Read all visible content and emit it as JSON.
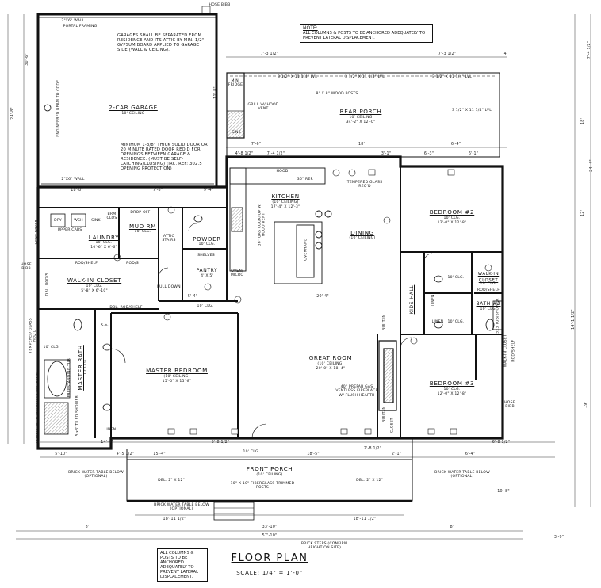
{
  "title": "FLOOR PLAN",
  "scale": "SCALE: 1/4\" = 1'-0\"",
  "note_top": {
    "heading": "NOTE:",
    "text": "ALL COLUMNS & POSTS TO BE ANCHORED ADEQUATELY TO PREVENT LATERAL DISPLACEMENT."
  },
  "note_bottom": "ALL COLUMNS & POSTS TO BE ANCHORED ADEQUATELY TO PREVENT LATERAL DISPLACEMENT.",
  "garage_note": "GARAGES SHALL BE SEPARATED FROM RESIDENCE AND ITS ATTIC BY MIN. 1/2\" GYPSUM BOARD APPLIED TO GARAGE SIDE (WALL & CEILING).",
  "garage_door_note": "MINIMUM 1-3/8\" THICK SOLID DOOR OR 20 MINUTE RATED DOOR REQ'D FOR OPENINGS BETWEEN GARAGE & RESIDENCE. (MUST BE SELF-LATCHING/CLOSING) (IRC. REF: 302.5 OPENING PROTECTION)",
  "rooms": {
    "garage": {
      "name": "2-CAR GARAGE",
      "ceiling": "10' CEILING"
    },
    "rear_porch": {
      "name": "REAR PORCH",
      "ceiling": "10' CEILING",
      "size": "34'-2\" X 12'-0\""
    },
    "kitchen": {
      "name": "KITCHEN",
      "ceiling": "(10' CEILING)",
      "size": "17'-4\" X 12'-3\""
    },
    "dining": {
      "name": "DINING",
      "ceiling": "(10' CEILING)"
    },
    "bedroom2": {
      "name": "BEDROOM #2",
      "ceiling": "10' CLG.",
      "size": "12'-0\" X 12'-8\""
    },
    "laundry": {
      "name": "LAUNDRY",
      "ceiling": "10' CLG.",
      "size": "10'-6\" X 6'-6\""
    },
    "mud_rm": {
      "name": "MUD RM",
      "ceiling": "10' CLG."
    },
    "powder": {
      "name": "POWDER",
      "ceiling": "10' CLG."
    },
    "pantry": {
      "name": "PANTRY",
      "size": "4' X 5'"
    },
    "walk_in_closet": {
      "name": "WALK-IN CLOSET",
      "ceiling": "10' CLG.",
      "size": "5'-8\" X 6'-10\""
    },
    "master_bedroom": {
      "name": "MASTER BEDROOM",
      "ceiling": "(10' CEILING)",
      "size": "15'-0\" X 15'-8\""
    },
    "master_bath": {
      "name": "MASTER BATH",
      "ceiling": "10' CLG."
    },
    "great_room": {
      "name": "GREAT ROOM",
      "ceiling": "(10' CEILING)",
      "size": "20'-0\" X 18'-4\""
    },
    "kids_hall": {
      "name": "KIDS HALL"
    },
    "walk_in_closet2": {
      "name": "WALK-IN CLOSET",
      "ceiling": "10' CLG."
    },
    "bath2": {
      "name": "BATH #2",
      "ceiling": "10' CLG."
    },
    "walk_in_closet3": {
      "name": "WALK-IN CLOSET"
    },
    "bedroom3": {
      "name": "BEDROOM #3",
      "ceiling": "10' CLG.",
      "size": "12'-0\" X 12'-8\""
    },
    "front_porch": {
      "name": "FRONT PORCH",
      "ceiling": "(10' CEILING)"
    },
    "linen": {
      "name": "LINEN"
    },
    "closet": {
      "name": "CLOSET"
    }
  },
  "labels": {
    "wall_2x6_top": "2\"X6\" WALL",
    "portal_framing": "PORTAL FRAMING",
    "wall_2x6_bot": "2\"X6\" WALL",
    "engineered_beam": "ENGINEERED BEAM TO CODE",
    "mini_fridge": "MINI FRIDGE",
    "grill": "GRILL W/ HOOD VENT",
    "sink": "SINK",
    "wood_posts": "8\" X 8\" WOOD POSTS",
    "lvl1": "3 1/2\" X 11 1/4\" LVL",
    "lvl2": "3 1/2\" X 11 1/4\" LVL",
    "lvl3": "3 1/2\" X 11 1/4\" LVL",
    "lvl4": "3 1/2\" X 11 1/4\" LVL",
    "tempered_glass": "TEMPERED GLASS REQ'D",
    "ref": "36\" REF.",
    "hood": "HOOD",
    "cooktop": "36\" GAS COOKTOP W/ HOOD VENT",
    "overhang": "OVERHANG",
    "drop_off": "DROP-OFF",
    "upper_cabs": "UPPER CABS",
    "dry": "DRY",
    "wsh": "WSH",
    "sink_lau": "SINK",
    "brm": "BRM CLOS",
    "attic_stairs": "ATTIC STAIRS",
    "pull_down": "PULL DOWN",
    "shelves": "SHELVES",
    "oven": "OVEN/ MICRO",
    "rod_shelf1": "ROD/SHELF",
    "rod_shelf2": "ROD/S",
    "rod_shelf3": "DBL. ROD/SHELF",
    "rod_shelf4": "DBL. ROD/S",
    "rod_shelf5": "ROD/SHELF",
    "rod_shelf6": "ROD/SHELF",
    "vent_dryer": "VENT DRYER",
    "hose_bibb1": "HOSE BIBB",
    "hose_bibb2": "HOSE BIBB",
    "hose_bibb3": "HOSE BIBB",
    "freestanding_tub": "FREESTANDING TUB",
    "tiled_shower": "5'x3' TILED SHOWER",
    "tempered_glass2": "TEMPERED GLASS REQ'D",
    "half_wall": "1/2 WALL W/ TEMPERED GLASS ABOVE",
    "linen2": "LINEN",
    "linen3": "LINEN",
    "built_in1": "BUILT-IN",
    "built_in2": "BUILT-IN",
    "fireplace": "40\" PREFAB GAS VENTLESS FIREPLACE W/ FLUSH HEARTH",
    "tub_shower": "5x3 TUB/SHOWER",
    "ks": "K.S.",
    "brick_left": "BRICK WATER TABLE BELOW (OPTIONAL)",
    "brick_right": "BRICK WATER TABLE BELOW (OPTIONAL)",
    "brick_front": "BRICK WATER TABLE BELOW (OPTIONAL)",
    "brick_steps": "BRICK STEPS (CONFIRM HEIGHT ON SITE)",
    "dbl2x12_a": "DBL. 2\" X 12\"",
    "dbl2x12_b": "DBL. 2\" X 12\"",
    "fiberglass_posts": "10\" X 10\" FIBERGLASS TRIMMED POSTS",
    "clg1": "10' CLG.",
    "clg2": "10' CLG.",
    "clg3": "10' CLG.",
    "clg4": "10' CLG.",
    "clg5": "10' CLG."
  },
  "dims": {
    "top_left": "30'-6\"",
    "top_mid": "7'-3 1/2\"",
    "top_mid2": "7'-3 1/2\"",
    "top_right": "4'",
    "rear_18": "18'",
    "rear_6_4": "6'-4\"",
    "rear_7_6": "7'-6\"",
    "d_4_8": "4'-8 1/2\"",
    "d_7_4": "7'-4 1/2\"",
    "d_3_1": "3'-1\"",
    "d_6_3": "6'-3\"",
    "d_6_1": "6'-1\"",
    "d_18_8": "18'-8\"",
    "d_7_8": "7'-8\"",
    "d_9_4": "9'-4\"",
    "d_11": "11'-8\"",
    "d_1_4": "14'-4\"",
    "d_15_4": "15'-4\"",
    "d_5_8": "5'-8 1/2\"",
    "d_18_5": "18'-5\"",
    "d_2_8": "2'-8 1/2\"",
    "d_2_1": "2'-1\"",
    "d_6_4b": "6'-4\"",
    "d_6_8": "6'-8 1/2\"",
    "d_5_10": "5'-10\"",
    "d_4_5": "4'-5 1/2\"",
    "d_20_4": "20'-4\"",
    "d_5_4": "5'-4\"",
    "d_10_8": "10'-8\"",
    "d_18_11": "18'-11 1/2\"",
    "d_18_11b": "18'-11 1/2\"",
    "d_33_10": "33'-10\"",
    "d_57_10": "57'-10\"",
    "d_8_left": "8'",
    "d_8_right": "8'",
    "d_3_9": "3'-9\"",
    "d_24_8": "24'-8\"",
    "d_14_1": "14'-1 1/2\"",
    "d_12": "12'",
    "d_24_4": "24'-4\"",
    "d_18": "18'",
    "d_7_4b": "7'-4 1/2\"",
    "d_19": "19'"
  }
}
